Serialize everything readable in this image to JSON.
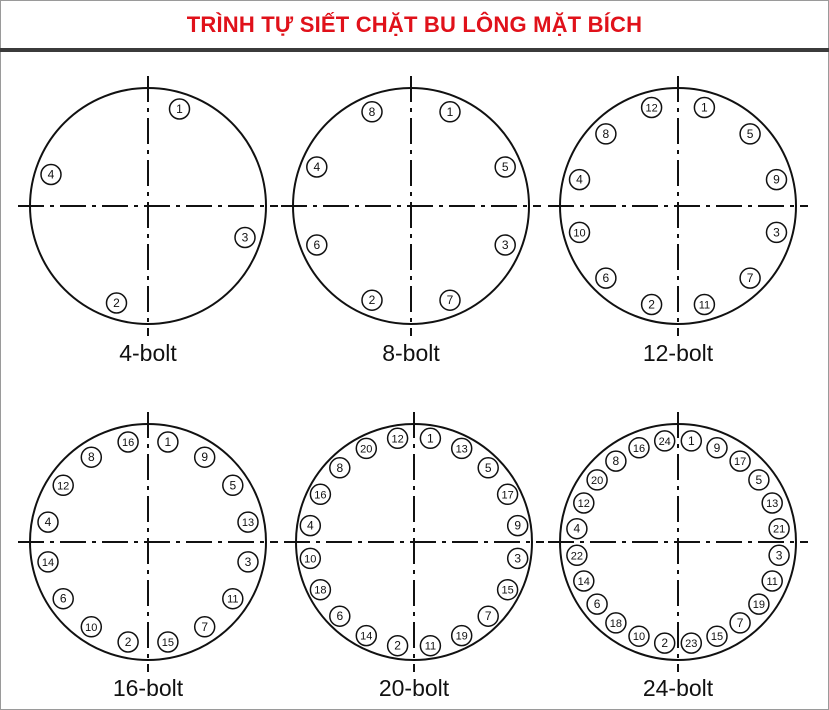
{
  "title": "TRÌNH TỰ SIẾT CHẶT BU LÔNG MẶT BÍCH",
  "flanges": [
    {
      "caption": "4-bolt",
      "bolts": [
        "1",
        "3",
        "2",
        "4"
      ]
    },
    {
      "caption": "8-bolt",
      "bolts": [
        "1",
        "5",
        "3",
        "7",
        "2",
        "6",
        "4",
        "8"
      ]
    },
    {
      "caption": "12-bolt",
      "bolts": [
        "1",
        "5",
        "9",
        "3",
        "7",
        "11",
        "2",
        "6",
        "10",
        "4",
        "8",
        "12"
      ]
    },
    {
      "caption": "16-bolt",
      "bolts": [
        "1",
        "9",
        "5",
        "13",
        "3",
        "11",
        "7",
        "15",
        "2",
        "10",
        "6",
        "14",
        "4",
        "12",
        "8",
        "16"
      ]
    },
    {
      "caption": "20-bolt",
      "bolts": [
        "1",
        "13",
        "5",
        "17",
        "9",
        "3",
        "15",
        "7",
        "19",
        "11",
        "2",
        "14",
        "6",
        "18",
        "10",
        "4",
        "16",
        "8",
        "20",
        "12"
      ]
    },
    {
      "caption": "24-bolt",
      "bolts": [
        "1",
        "9",
        "17",
        "5",
        "13",
        "21",
        "3",
        "11",
        "19",
        "7",
        "15",
        "23",
        "2",
        "10",
        "18",
        "6",
        "14",
        "22",
        "4",
        "12",
        "20",
        "8",
        "16",
        "24"
      ]
    }
  ]
}
